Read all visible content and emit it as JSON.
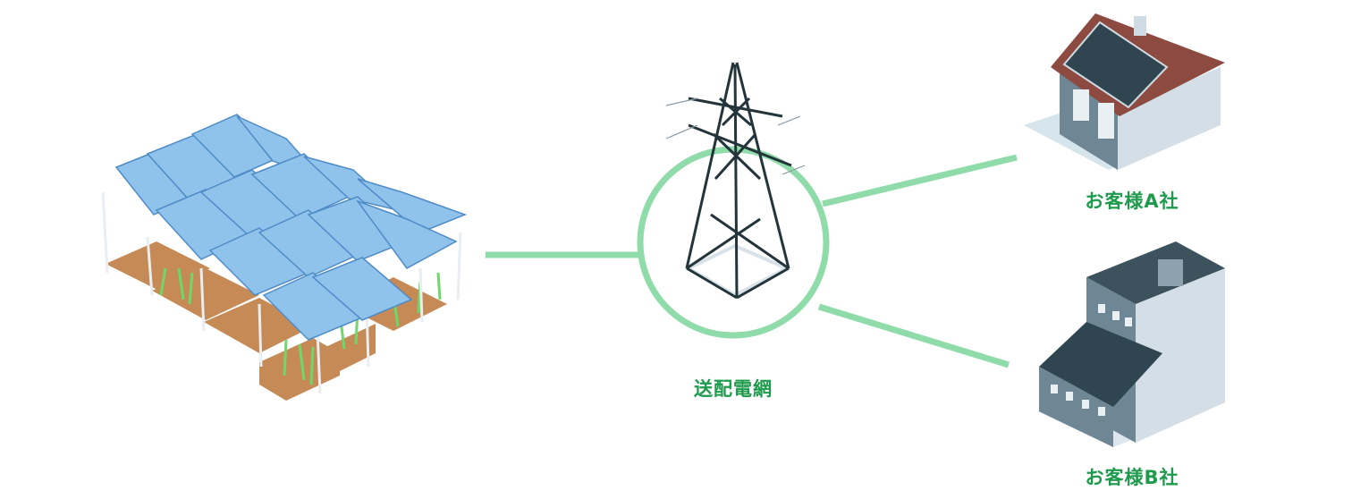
{
  "colors": {
    "connector": "#8fdcaa",
    "label": "#1e9a4c",
    "panel": "#8fc3ec",
    "tower": "#23343b",
    "roof": "#8c4a40",
    "wall": "#d3dee6",
    "wall_dark": "#6f8694",
    "soil": "#c58a55",
    "crop": "#6fd86a"
  },
  "nodes": {
    "solar_farm": {
      "icon": "agrivoltaic-solar-farm-icon"
    },
    "grid": {
      "label": "送配電網",
      "icon": "transmission-tower-icon"
    },
    "customer_a": {
      "label": "お客様A社",
      "icon": "house-with-solar-icon"
    },
    "customer_b": {
      "label": "お客様B社",
      "icon": "office-building-icon"
    }
  }
}
